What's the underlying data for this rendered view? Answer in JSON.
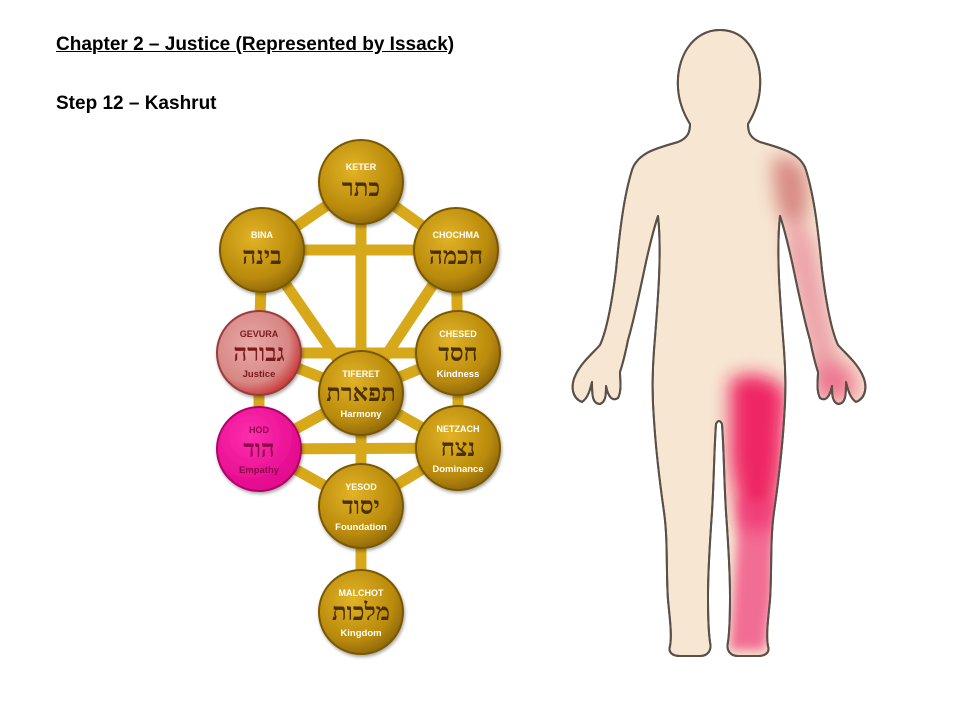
{
  "header": {
    "chapter": "Chapter 2 – Justice (Represented by Issack)",
    "step": "Step 12 – Kashrut"
  },
  "colors": {
    "sefira_default": "#b88a08",
    "sefira_justice": "#d98f8f",
    "sefira_empathy": "#f0119a",
    "path": "#d7a81a",
    "body_skin": "#f7e6d2",
    "body_outline": "#5a5048",
    "highlight": "#ee2266"
  },
  "tree": {
    "sefirot": [
      {
        "id": "keter",
        "name": "KETER",
        "hebrew": "כתר",
        "meaning": ""
      },
      {
        "id": "bina",
        "name": "BINA",
        "hebrew": "בינה",
        "meaning": ""
      },
      {
        "id": "chochma",
        "name": "CHOCHMA",
        "hebrew": "חכמה",
        "meaning": ""
      },
      {
        "id": "gevura",
        "name": "GEVURA",
        "hebrew": "גבורה",
        "meaning": "Justice",
        "highlight": "justice"
      },
      {
        "id": "chesed",
        "name": "CHESED",
        "hebrew": "חסד",
        "meaning": "Kindness"
      },
      {
        "id": "tiferet",
        "name": "TIFERET",
        "hebrew": "תפארת",
        "meaning": "Harmony"
      },
      {
        "id": "hod",
        "name": "HOD",
        "hebrew": "הוד",
        "meaning": "Empathy",
        "highlight": "empathy"
      },
      {
        "id": "netzach",
        "name": "NETZACH",
        "hebrew": "נצח",
        "meaning": "Dominance"
      },
      {
        "id": "yesod",
        "name": "YESOD",
        "hebrew": "יסוד",
        "meaning": "Foundation"
      },
      {
        "id": "malchot",
        "name": "MALCHOT",
        "hebrew": "מלכות",
        "meaning": "Kingdom"
      }
    ]
  },
  "body_figure": {
    "highlighted_regions": [
      "left-arm",
      "left-leg"
    ]
  }
}
